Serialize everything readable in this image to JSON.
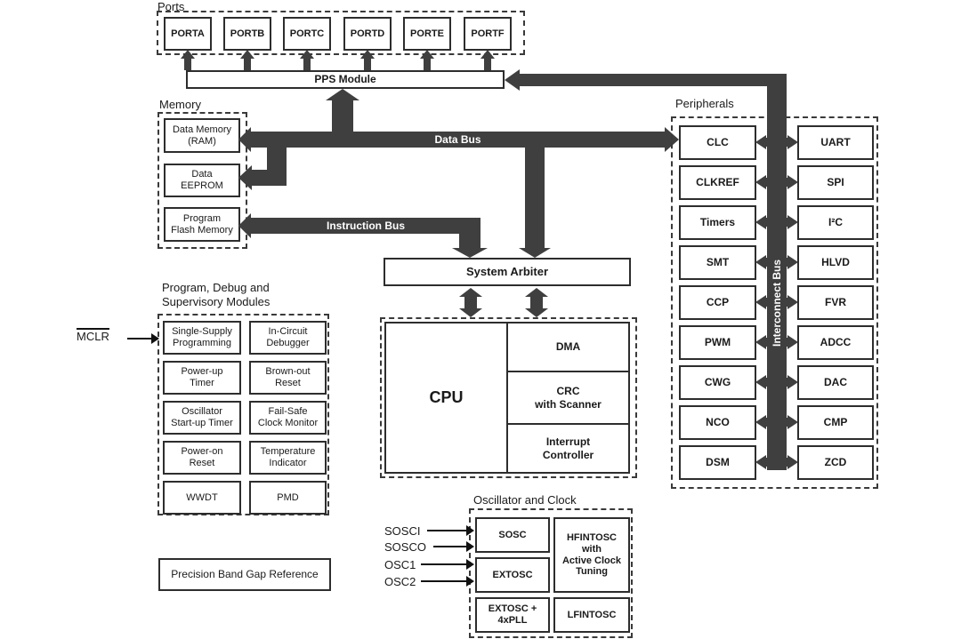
{
  "ports": {
    "label": "Ports",
    "items": [
      "PORTA",
      "PORTB",
      "PORTC",
      "PORTD",
      "PORTE",
      "PORTF"
    ]
  },
  "pps": {
    "label": "PPS Module"
  },
  "memory": {
    "label": "Memory",
    "ram": "Data Memory\n(RAM)",
    "eeprom": "Data\nEEPROM",
    "flash": "Program\nFlash Memory"
  },
  "buses": {
    "data": "Data Bus",
    "instruction": "Instruction Bus",
    "interconnect": "Interconnect Bus"
  },
  "arbiter": {
    "label": "System Arbiter"
  },
  "core": {
    "cpu": "CPU",
    "dma": "DMA",
    "crc": "CRC\nwith Scanner",
    "interrupt": "Interrupt\nController"
  },
  "debug": {
    "label": "Program, Debug and\nSupervisory Modules",
    "left": [
      "Single-Supply\nProgramming",
      "Power-up\nTimer",
      "Oscillator\nStart-up Timer",
      "Power-on\nReset",
      "WWDT"
    ],
    "right": [
      "In-Circuit\nDebugger",
      "Brown-out\nReset",
      "Fail-Safe\nClock Monitor",
      "Temperature\nIndicator",
      "PMD"
    ]
  },
  "pins": {
    "mclr": "MCLR",
    "sosci": "SOSCI",
    "sosco": "SOSCO",
    "osc1": "OSC1",
    "osc2": "OSC2"
  },
  "bandgap": {
    "label": "Precision Band Gap Reference"
  },
  "peripherals": {
    "label": "Peripherals",
    "left": [
      "CLC",
      "CLKREF",
      "Timers",
      "SMT",
      "CCP",
      "PWM",
      "CWG",
      "NCO",
      "DSM"
    ],
    "right": [
      "UART",
      "SPI",
      "I²C",
      "HLVD",
      "FVR",
      "ADCC",
      "DAC",
      "CMP",
      "ZCD"
    ]
  },
  "oscillator": {
    "label": "Oscillator and Clock",
    "sosc": "SOSC",
    "extosc": "EXTOSC",
    "extosc_pll": "EXTOSC +\n4xPLL",
    "hfintosc": "HFINTOSC\nwith\nActive Clock\nTuning",
    "lfintosc": "LFINTOSC"
  },
  "colors": {
    "bus": "#3f3f3f",
    "border": "#2d2d2d",
    "text": "#1a1a1a",
    "background": "#ffffff",
    "bus_label_text": "#ffffff"
  }
}
